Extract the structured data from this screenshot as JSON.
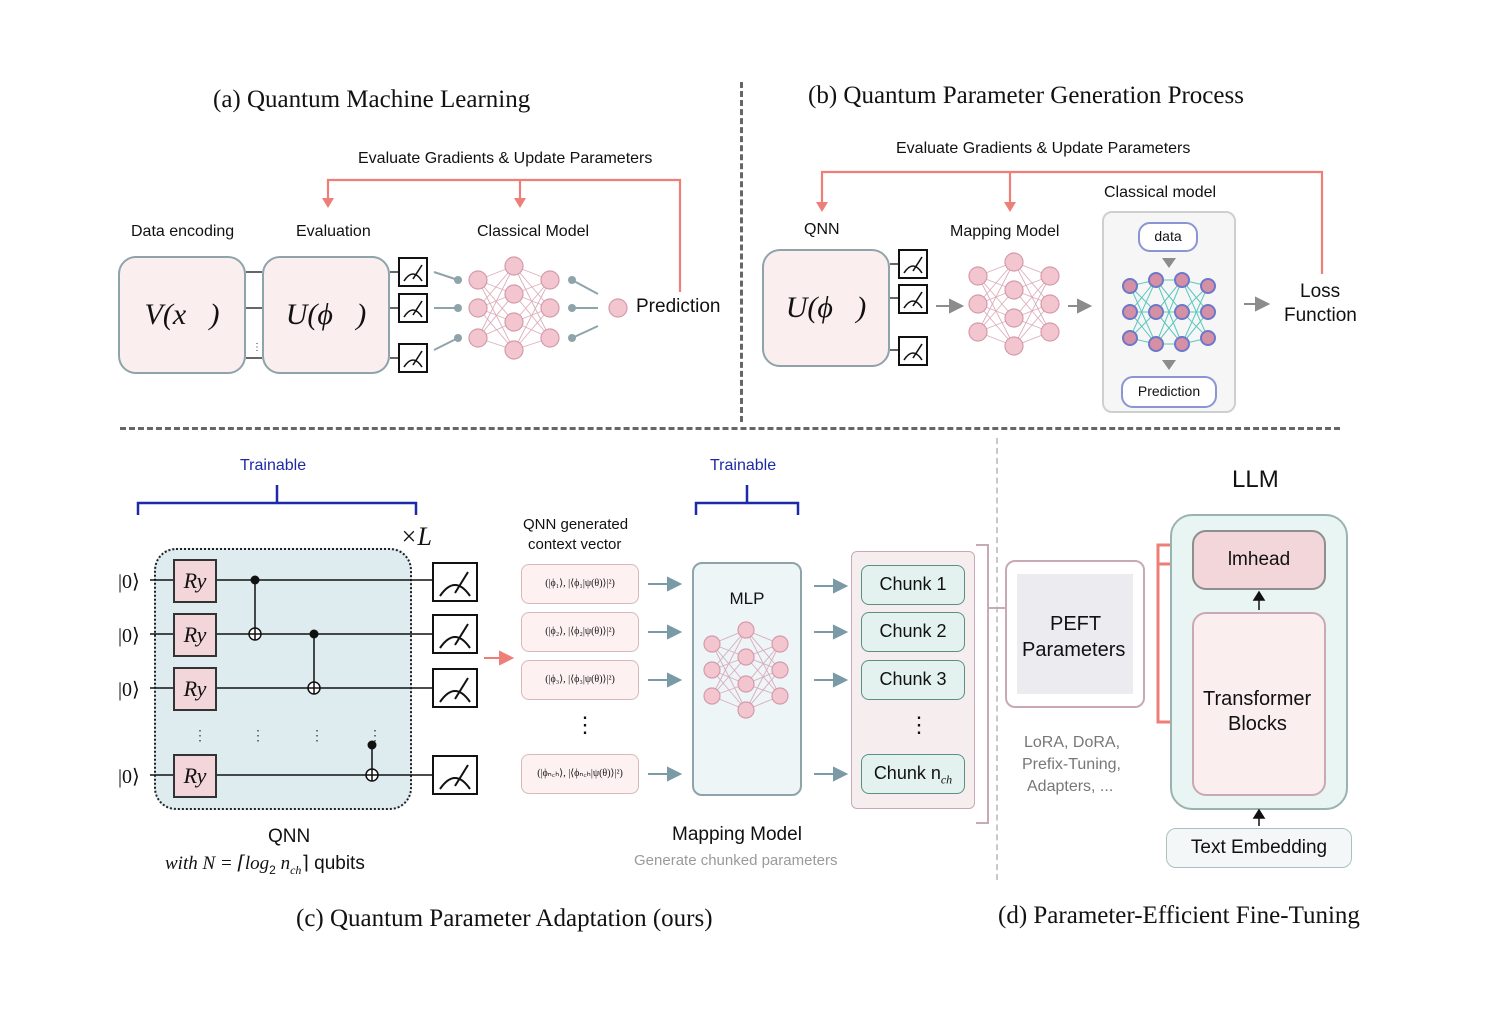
{
  "panel_a": {
    "title": "(a) Quantum Machine Learning",
    "feedback_label": "Evaluate Gradients & Update Parameters",
    "data_encoding_label": "Data encoding",
    "evaluation_label": "Evaluation",
    "classical_model_label": "Classical Model",
    "encoding_formula": "V(x⃗)",
    "evaluation_formula": "U(ϕ⃗)",
    "prediction_label": "Prediction",
    "dots": "⋮"
  },
  "panel_b": {
    "title": "(b) Quantum Parameter Generation Process",
    "feedback_label": "Evaluate Gradients & Update Parameters",
    "qnn_label": "QNN",
    "qnn_formula": "U(ϕ⃗)",
    "mapping_label": "Mapping Model",
    "classical_label": "Classical model",
    "data_label": "data",
    "prediction_label": "Prediction",
    "loss_label_1": "Loss",
    "loss_label_2": "Function"
  },
  "panel_c": {
    "title": "(c) Quantum Parameter Adaptation (ours)",
    "trainable_1": "Trainable",
    "trainable_2": "Trainable",
    "times_L": "×L",
    "ket": "|0⟩",
    "gate": "Ry",
    "qnn_label": "QNN",
    "qnn_sub_prefix": "with N = ⌈log",
    "qnn_sub_suffix": " n",
    "qnn_sub_ch": "ch",
    "qnn_sub_end": "⌉ qubits",
    "context_title_1": "QNN generated",
    "context_title_2": "context vector",
    "context_items": [
      "(|ϕ₁⟩, |⟨ϕ₁|ψ(θ)⟩|²)",
      "(|ϕ₂⟩, |⟨ϕ₂|ψ(θ)⟩|²)",
      "(|ϕ₃⟩, |⟨ϕ₃|ψ(θ)⟩|²)",
      "(|ϕₙ꜀ₕ⟩, |⟨ϕₙ꜀ₕ|ψ(θ)⟩|²)"
    ],
    "mlp_label": "MLP",
    "chunks": [
      "Chunk 1",
      "Chunk 2",
      "Chunk 3"
    ],
    "chunk_last": "Chunk n",
    "chunk_last_sub": "ch",
    "mapping_label": "Mapping Model",
    "mapping_sub": "Generate chunked parameters",
    "vdots": "⋮"
  },
  "panel_d": {
    "title": "(d) Parameter-Efficient Fine-Tuning",
    "llm_label": "LLM",
    "peft_1": "PEFT",
    "peft_2": "Parameters",
    "methods_1": "LoRA, DoRA,",
    "methods_2": "Prefix-Tuning,",
    "methods_3": "Adapters, ...",
    "lmhead": "lmhead",
    "transformer_1": "Transformer",
    "transformer_2": "Blocks",
    "text_embedding": "Text Embedding"
  },
  "colors": {
    "feedback_red": "#ee7f78",
    "nn_pink": "#f3c6cf",
    "nn_edge": "#c98ea0",
    "arrow_gray": "#8c8c8c",
    "trainable_blue": "#1d2aa8",
    "chunk_green": "#e3f2ee",
    "qnn_bg": "#deecf0"
  }
}
